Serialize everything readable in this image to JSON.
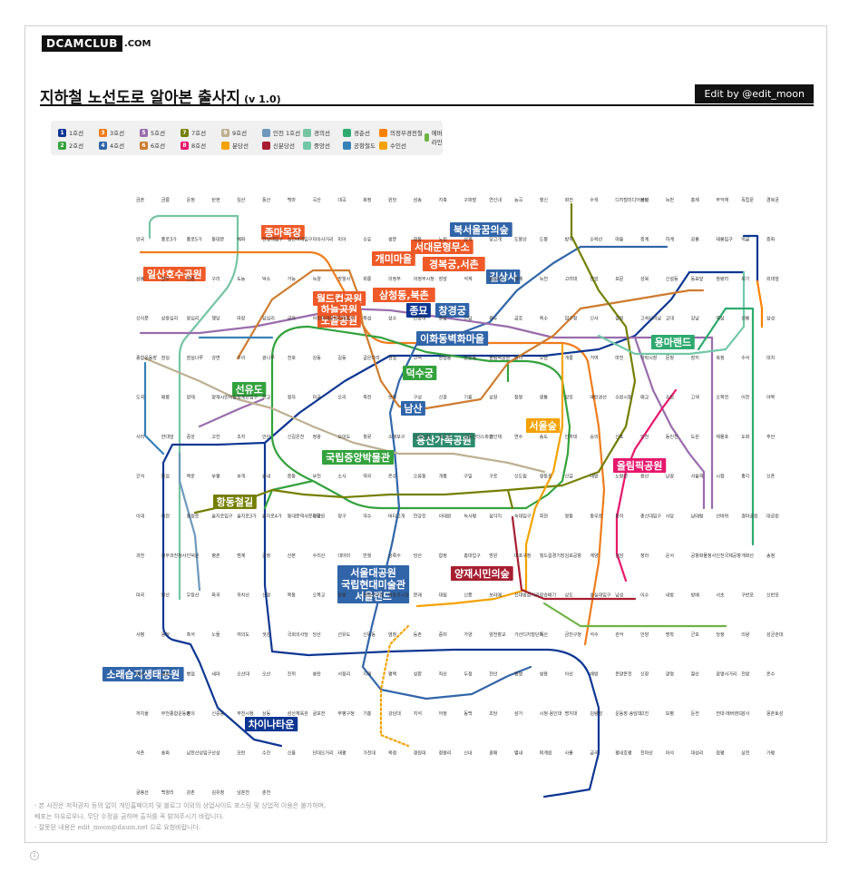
{
  "logo": {
    "text": "DCAMCLUB",
    "domain": ".COM"
  },
  "title": {
    "main": "지하철 노선도로 알아본 출사지",
    "version": "(v 1.0)",
    "edit": "Edit by @edit_moon"
  },
  "legend": [
    {
      "num": "1",
      "label": "1호선",
      "color": "#0d3692"
    },
    {
      "num": "3",
      "label": "3호선",
      "color": "#ef7c1c"
    },
    {
      "num": "5",
      "label": "5호선",
      "color": "#996cac"
    },
    {
      "num": "7",
      "label": "7호선",
      "color": "#747f00"
    },
    {
      "num": "9",
      "label": "9호선",
      "color": "#bdb092"
    },
    {
      "num": "",
      "label": "인천 1호선",
      "color": "#6e98bb"
    },
    {
      "num": "",
      "label": "경의선",
      "color": "#77c4a3"
    },
    {
      "num": "",
      "label": "경춘선",
      "color": "#2ea96f"
    },
    {
      "num": "",
      "label": "의정부경전철",
      "color": "#fd8100"
    },
    {
      "num": "",
      "label": "에버라인",
      "color": "#6fb245"
    },
    {
      "num": "2",
      "label": "2호선",
      "color": "#33a23d"
    },
    {
      "num": "4",
      "label": "4호선",
      "color": "#3165a9"
    },
    {
      "num": "6",
      "label": "6호선",
      "color": "#cd7c2f"
    },
    {
      "num": "8",
      "label": "8호선",
      "color": "#e6186c"
    },
    {
      "num": "",
      "label": "분당선",
      "color": "#f5a200"
    },
    {
      "num": "",
      "label": "신분당선",
      "color": "#a71e31"
    },
    {
      "num": "",
      "label": "중앙선",
      "color": "#73c7a6"
    },
    {
      "num": "",
      "label": "공항철도",
      "color": "#3681b7"
    },
    {
      "num": "",
      "label": "수인선",
      "color": "#f5a200"
    }
  ],
  "spots": [
    {
      "text": "종마목장",
      "color": "#ef5a28"
    },
    {
      "text": "일산호수공원",
      "color": "#ef5a28"
    },
    {
      "text": "개미마을",
      "color": "#ef5a28"
    },
    {
      "text": "서대문형무소",
      "color": "#ef5a28"
    },
    {
      "text": "경복궁,서촌",
      "color": "#ef5a28"
    },
    {
      "text": "북서울꿈의숲",
      "color": "#3165a9"
    },
    {
      "text": "길상사",
      "color": "#3165a9"
    },
    {
      "text": "월드컵공원",
      "color": "#ef5a28"
    },
    {
      "text": "하늘공원",
      "color": "#ef5a28"
    },
    {
      "text": "노을공원",
      "color": "#ef5a28"
    },
    {
      "text": "삼청동,북촌",
      "color": "#ef5a28"
    },
    {
      "text": "종묘",
      "color": "#0d3692"
    },
    {
      "text": "창경궁",
      "color": "#3165a9"
    },
    {
      "text": "이화동벽화마을",
      "color": "#3165a9"
    },
    {
      "text": "용마랜드",
      "color": "#2ea96f"
    },
    {
      "text": "덕수궁",
      "color": "#33a23d"
    },
    {
      "text": "선유도",
      "color": "#33a23d"
    },
    {
      "text": "남산",
      "color": "#3165a9"
    },
    {
      "text": "서울숲",
      "color": "#f5a200"
    },
    {
      "text": "용산가족공원",
      "color": "#2e8b6e"
    },
    {
      "text": "국립중앙박물관",
      "color": "#33a23d"
    },
    {
      "text": "올림픽공원",
      "color": "#e6186c"
    },
    {
      "text": "항동철길",
      "color": "#747f00"
    },
    {
      "text": "서울대공원\n국립현대미술관\n서울랜드",
      "color": "#3165a9"
    },
    {
      "text": "양재시민의숲",
      "color": "#a71e31"
    },
    {
      "text": "소래습지생태공원",
      "color": "#3165a9"
    },
    {
      "text": "차이나타운",
      "color": "#0d3692"
    }
  ],
  "stations": [
    "금촌",
    "금릉",
    "운정",
    "탄현",
    "일산",
    "풍산",
    "백마",
    "곡산",
    "대곡",
    "화정",
    "원당",
    "삼송",
    "지축",
    "구파발",
    "연신내",
    "능곡",
    "행신",
    "화전",
    "수색",
    "디지털미디어시티",
    "불광",
    "녹번",
    "홍제",
    "무악재",
    "독립문",
    "경복궁",
    "안국",
    "종로3가",
    "종로5가",
    "동대문",
    "혜화",
    "한성대입구",
    "성신여대입구",
    "미아사거리",
    "미아",
    "수유",
    "쌍문",
    "창동",
    "노원",
    "상계",
    "당고개",
    "도봉산",
    "도봉",
    "방학",
    "수락산",
    "마들",
    "중계",
    "하계",
    "공릉",
    "태릉입구",
    "먹골",
    "중화",
    "상봉",
    "망우",
    "양원",
    "구리",
    "도농",
    "덕소",
    "가능",
    "녹양",
    "망월사",
    "회룡",
    "의정부",
    "의정부시청",
    "장암",
    "석계",
    "광운대",
    "월계",
    "녹천",
    "고려대",
    "안암",
    "보문",
    "성북",
    "신설동",
    "동묘앞",
    "청량리",
    "회기",
    "외대앞",
    "신이문",
    "상왕십리",
    "왕십리",
    "행당",
    "마장",
    "답십리",
    "군자",
    "어린이대공원",
    "건대입구",
    "뚝섬",
    "성수",
    "한양대",
    "용답",
    "신답",
    "용두",
    "금호",
    "옥수",
    "압구정",
    "신사",
    "잠원",
    "고속터미널",
    "교대",
    "강남",
    "역삼",
    "선릉",
    "삼성",
    "종합운동장",
    "잠실",
    "잠실나루",
    "강변",
    "구의",
    "광나루",
    "천호",
    "강동",
    "길동",
    "굽은다리",
    "명일",
    "고덕",
    "상일동",
    "둔촌동",
    "올림픽공원",
    "방이",
    "오금",
    "개롱",
    "거여",
    "마천",
    "가락시장",
    "문정",
    "장지",
    "복정",
    "수서",
    "대치",
    "도곡",
    "매봉",
    "양재",
    "양재시민의숲",
    "청계산입구",
    "판교",
    "정자",
    "미금",
    "오리",
    "죽전",
    "보정",
    "구성",
    "신갈",
    "기흥",
    "상갈",
    "청명",
    "영통",
    "망포",
    "매탄권선",
    "수원시청",
    "매교",
    "수원",
    "고색",
    "오목천",
    "어천",
    "야목",
    "사리",
    "한대앞",
    "중앙",
    "고잔",
    "초지",
    "안산",
    "신길온천",
    "정왕",
    "오이도",
    "월곶",
    "소래포구",
    "인천논현",
    "호구포",
    "남동인더스파크",
    "원인재",
    "연수",
    "송도",
    "인하대",
    "숭의",
    "신포",
    "인천",
    "동인천",
    "도원",
    "제물포",
    "도화",
    "주안",
    "간석",
    "동암",
    "백운",
    "부평",
    "부개",
    "송내",
    "중동",
    "부천",
    "소사",
    "역곡",
    "온수",
    "오류동",
    "개봉",
    "구일",
    "구로",
    "신도림",
    "영등포",
    "신길",
    "대방",
    "노량진",
    "용산",
    "남영",
    "서울역",
    "시청",
    "종각",
    "신촌",
    "이대",
    "아현",
    "충정로",
    "을지로입구",
    "을지로3가",
    "을지로4가",
    "동대문역사문화공원",
    "신당",
    "청구",
    "약수",
    "버티고개",
    "한강진",
    "이태원",
    "녹사평",
    "삼각지",
    "숙대입구",
    "회현",
    "명동",
    "충무로",
    "동작",
    "총신대입구",
    "사당",
    "남태령",
    "선바위",
    "경마공원",
    "대공원",
    "과천",
    "정부과천청사",
    "인덕원",
    "평촌",
    "범계",
    "금정",
    "산본",
    "수리산",
    "대야미",
    "반월",
    "상록수",
    "당산",
    "합정",
    "홍대입구",
    "망원",
    "마포구청",
    "월드컵경기장",
    "김포공항",
    "계양",
    "검암",
    "청라",
    "운서",
    "공항화물청사",
    "인천국제공항",
    "개화산",
    "송정",
    "마곡",
    "발산",
    "우장산",
    "화곡",
    "까치산",
    "신정",
    "목동",
    "오목교",
    "양평",
    "영등포구청",
    "영등포시장",
    "문래",
    "대림",
    "신풍",
    "보라매",
    "신대방삼거리",
    "장승배기",
    "상도",
    "숭실대입구",
    "남성",
    "이수",
    "내방",
    "방배",
    "서초",
    "구반포",
    "신반포",
    "사평",
    "동작",
    "흑석",
    "노들",
    "여의도",
    "샛강",
    "국회의사당",
    "당산",
    "선유도",
    "신목동",
    "염창",
    "등촌",
    "증미",
    "가양",
    "양천향교",
    "가산디지털단지",
    "독산",
    "금천구청",
    "석수",
    "관악",
    "안양",
    "명학",
    "군포",
    "당정",
    "의왕",
    "성균관대",
    "화서",
    "세류",
    "병점",
    "세마",
    "오산대",
    "오산",
    "진위",
    "송탄",
    "서정리",
    "지제",
    "평택",
    "성환",
    "직산",
    "두정",
    "천안",
    "봉명",
    "쌍용",
    "아산",
    "배방",
    "온양온천",
    "신창",
    "광명",
    "철산",
    "광명사거리",
    "천왕",
    "온수",
    "까치울",
    "부천종합운동장",
    "춘의",
    "신중동",
    "부천시청",
    "상동",
    "삼산체육관",
    "굴포천",
    "부평구청",
    "기흥",
    "강남대",
    "지석",
    "어정",
    "동백",
    "초당",
    "삼가",
    "시청·용인대",
    "명지대",
    "김량장",
    "운동장·송담대",
    "고진",
    "보평",
    "둔전",
    "전대·에버랜드",
    "암사",
    "몽촌토성",
    "석촌",
    "송파",
    "남한산성입구",
    "산성",
    "모란",
    "수진",
    "신흥",
    "단대오거리",
    "태평",
    "가천대",
    "복정",
    "경원대",
    "청량리",
    "신내",
    "갈매",
    "별내",
    "퇴계원",
    "사릉",
    "금곡",
    "평내호평",
    "천마산",
    "마석",
    "대성리",
    "청평",
    "상천",
    "가평",
    "굴봉산",
    "백양리",
    "강촌",
    "김유정",
    "남춘천",
    "춘천"
  ],
  "footer": [
    "- 본 사진은 저작권자 등의 없이 개인홈페이지 및 블로그 이외의 상업사이트 포스팅 및 상업적 이용은 불가하며,",
    "   배포는 자유로우나, 무단 수정을 금하며 출처를 꼭 밝혀주시기 바랍니다.",
    "- 잘못된 내용은 edit_moon@daum.net 으로 요청바랍니다."
  ]
}
